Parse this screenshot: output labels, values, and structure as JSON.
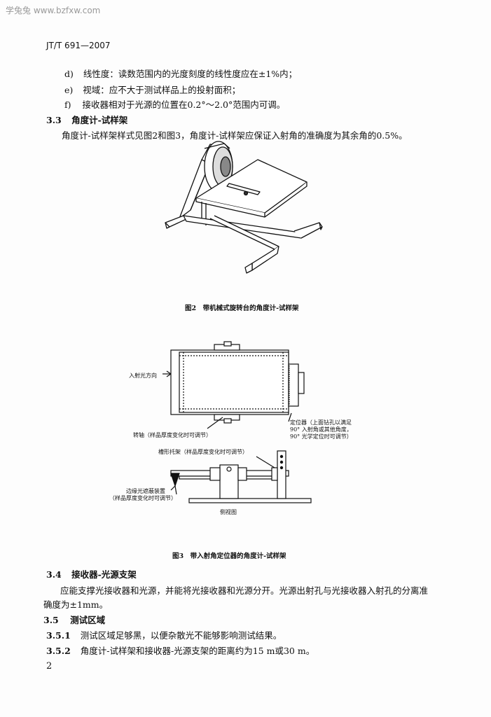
{
  "watermark": "学兔兔 www.bzfxw.com",
  "doc_id": "JT/T 691—2007",
  "items": [
    {
      "label": "d)",
      "text": "线性度：读数范围内的光度刻度的线性度应在±1%内；"
    },
    {
      "label": "e)",
      "text": "视域：应不大于测试样品上的投射面积；"
    },
    {
      "label": "f)",
      "text": "接收器相对于光源的位置在0.2°～2.0°范围内可调。"
    }
  ],
  "s33": {
    "num": "3.3",
    "title": "角度计-试样架",
    "text": "角度计-试样架样式见图2和图3，角度计-试样架应保证入射角的准确度为其余角的0.5%。"
  },
  "fig2": {
    "caption": "图2　带机械式旋转台的角度计-试样架"
  },
  "fig3": {
    "caption": "图3　带入射角定位器的角度计-试样架",
    "labels": {
      "incident": "入射光方向",
      "shaft": "转轴（样品厚度变化时可调节）",
      "locator1": "定位器（上面钻孔以满足",
      "locator2": "90° 入射角或其他角度，",
      "locator3": "90° 光学定位时可调节）",
      "bracket": "槽形托架（样品厚度变化时可调节）",
      "edge1": "边缘光遮蔽装置",
      "edge2": "（样品厚度变化时可调节）",
      "side": "侧视图"
    }
  },
  "s34": {
    "num": "3.4",
    "title": "接收器-光源支架",
    "line1": "应能支撑光接收器和光源，并能将光接收器和光源分开。光源出射孔与光接收器入射孔的分离准",
    "line2": "确度为±1mm。"
  },
  "s35": {
    "num": "3.5",
    "title": "测试区域"
  },
  "s351": {
    "num": "3.5.1",
    "text": "测试区域足够黑，以便杂散光不能够影响测试结果。"
  },
  "s352": {
    "num": "3.5.2",
    "text": "角度计-试样架和接收器-光源支架的距离约为15 m或30 m。"
  },
  "page_number": "2"
}
